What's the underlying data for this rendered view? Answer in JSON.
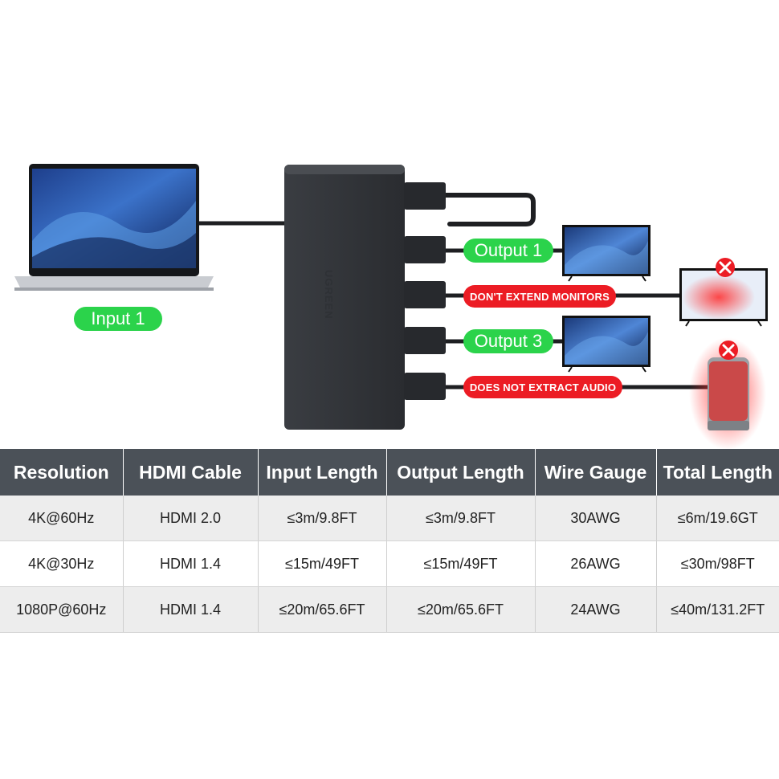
{
  "brand": "UGREEN",
  "labels": {
    "input1": "Input 1",
    "output1": "Output 1",
    "warning_monitors": "DON'T EXTEND MONITORS",
    "output3": "Output 3",
    "warning_audio": "DOES NOT EXTRACT AUDIO"
  },
  "colors": {
    "ok": "#2bd34b",
    "warn": "#ec1c24",
    "header": "#4b5158"
  },
  "table": {
    "headers": [
      "Resolution",
      "HDMI Cable",
      "Input Length",
      "Output Length",
      "Wire Gauge",
      "Total Length"
    ],
    "rows": [
      [
        "4K@60Hz",
        "HDMI 2.0",
        "≤3m/9.8FT",
        "≤3m/9.8FT",
        "30AWG",
        "≤6m/19.6GT"
      ],
      [
        "4K@30Hz",
        "HDMI 1.4",
        "≤15m/49FT",
        "≤15m/49FT",
        "26AWG",
        "≤30m/98FT"
      ],
      [
        "1080P@60Hz",
        "HDMI 1.4",
        "≤20m/65.6FT",
        "≤20m/65.6FT",
        "24AWG",
        "≤40m/131.2FT"
      ]
    ]
  }
}
